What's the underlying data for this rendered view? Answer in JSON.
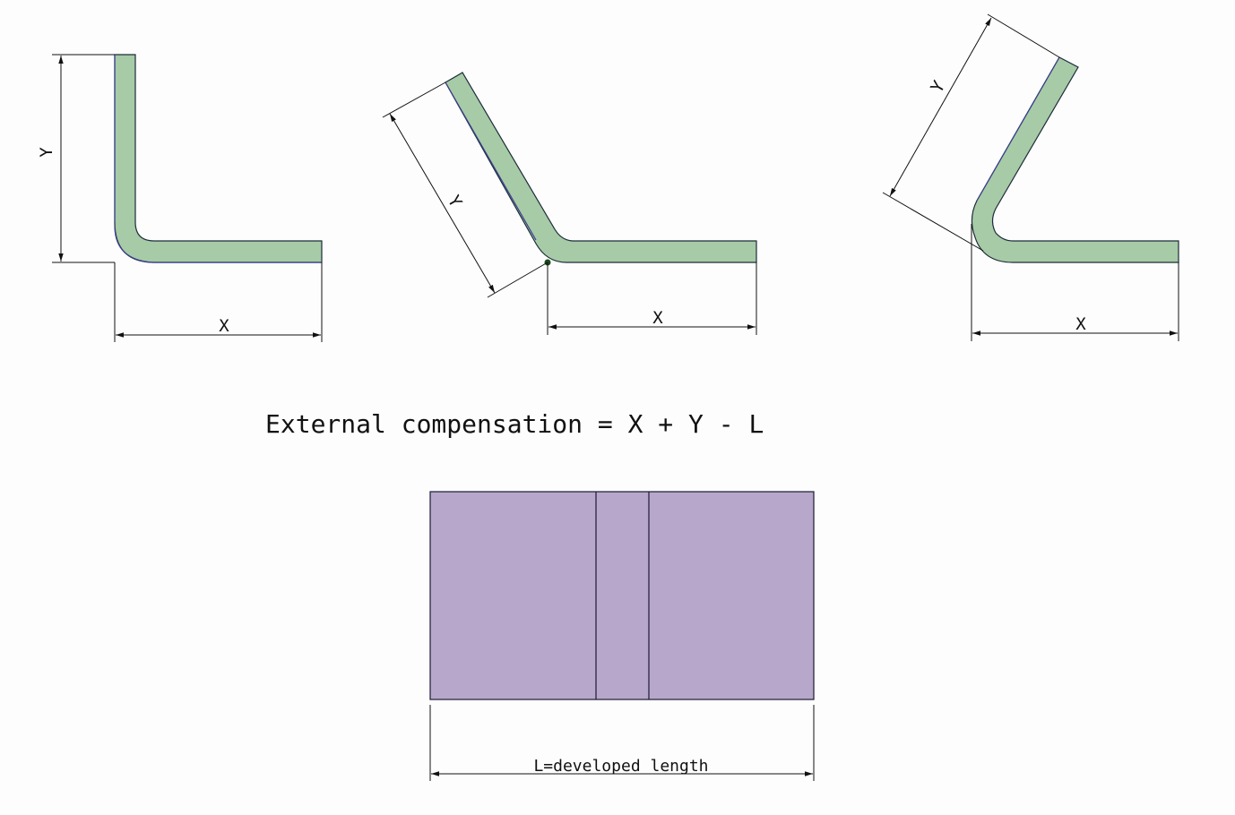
{
  "diagrams": [
    {
      "x_label": "X",
      "y_label": "Y"
    },
    {
      "x_label": "X",
      "y_label": "Y"
    },
    {
      "x_label": "X",
      "y_label": "Y"
    }
  ],
  "formula": "External compensation = X + Y - L",
  "flat_pattern": {
    "dimension_label": "L=developed length"
  },
  "colors": {
    "part": "#a6cba6",
    "flat_pattern": "#b7a7ca"
  }
}
